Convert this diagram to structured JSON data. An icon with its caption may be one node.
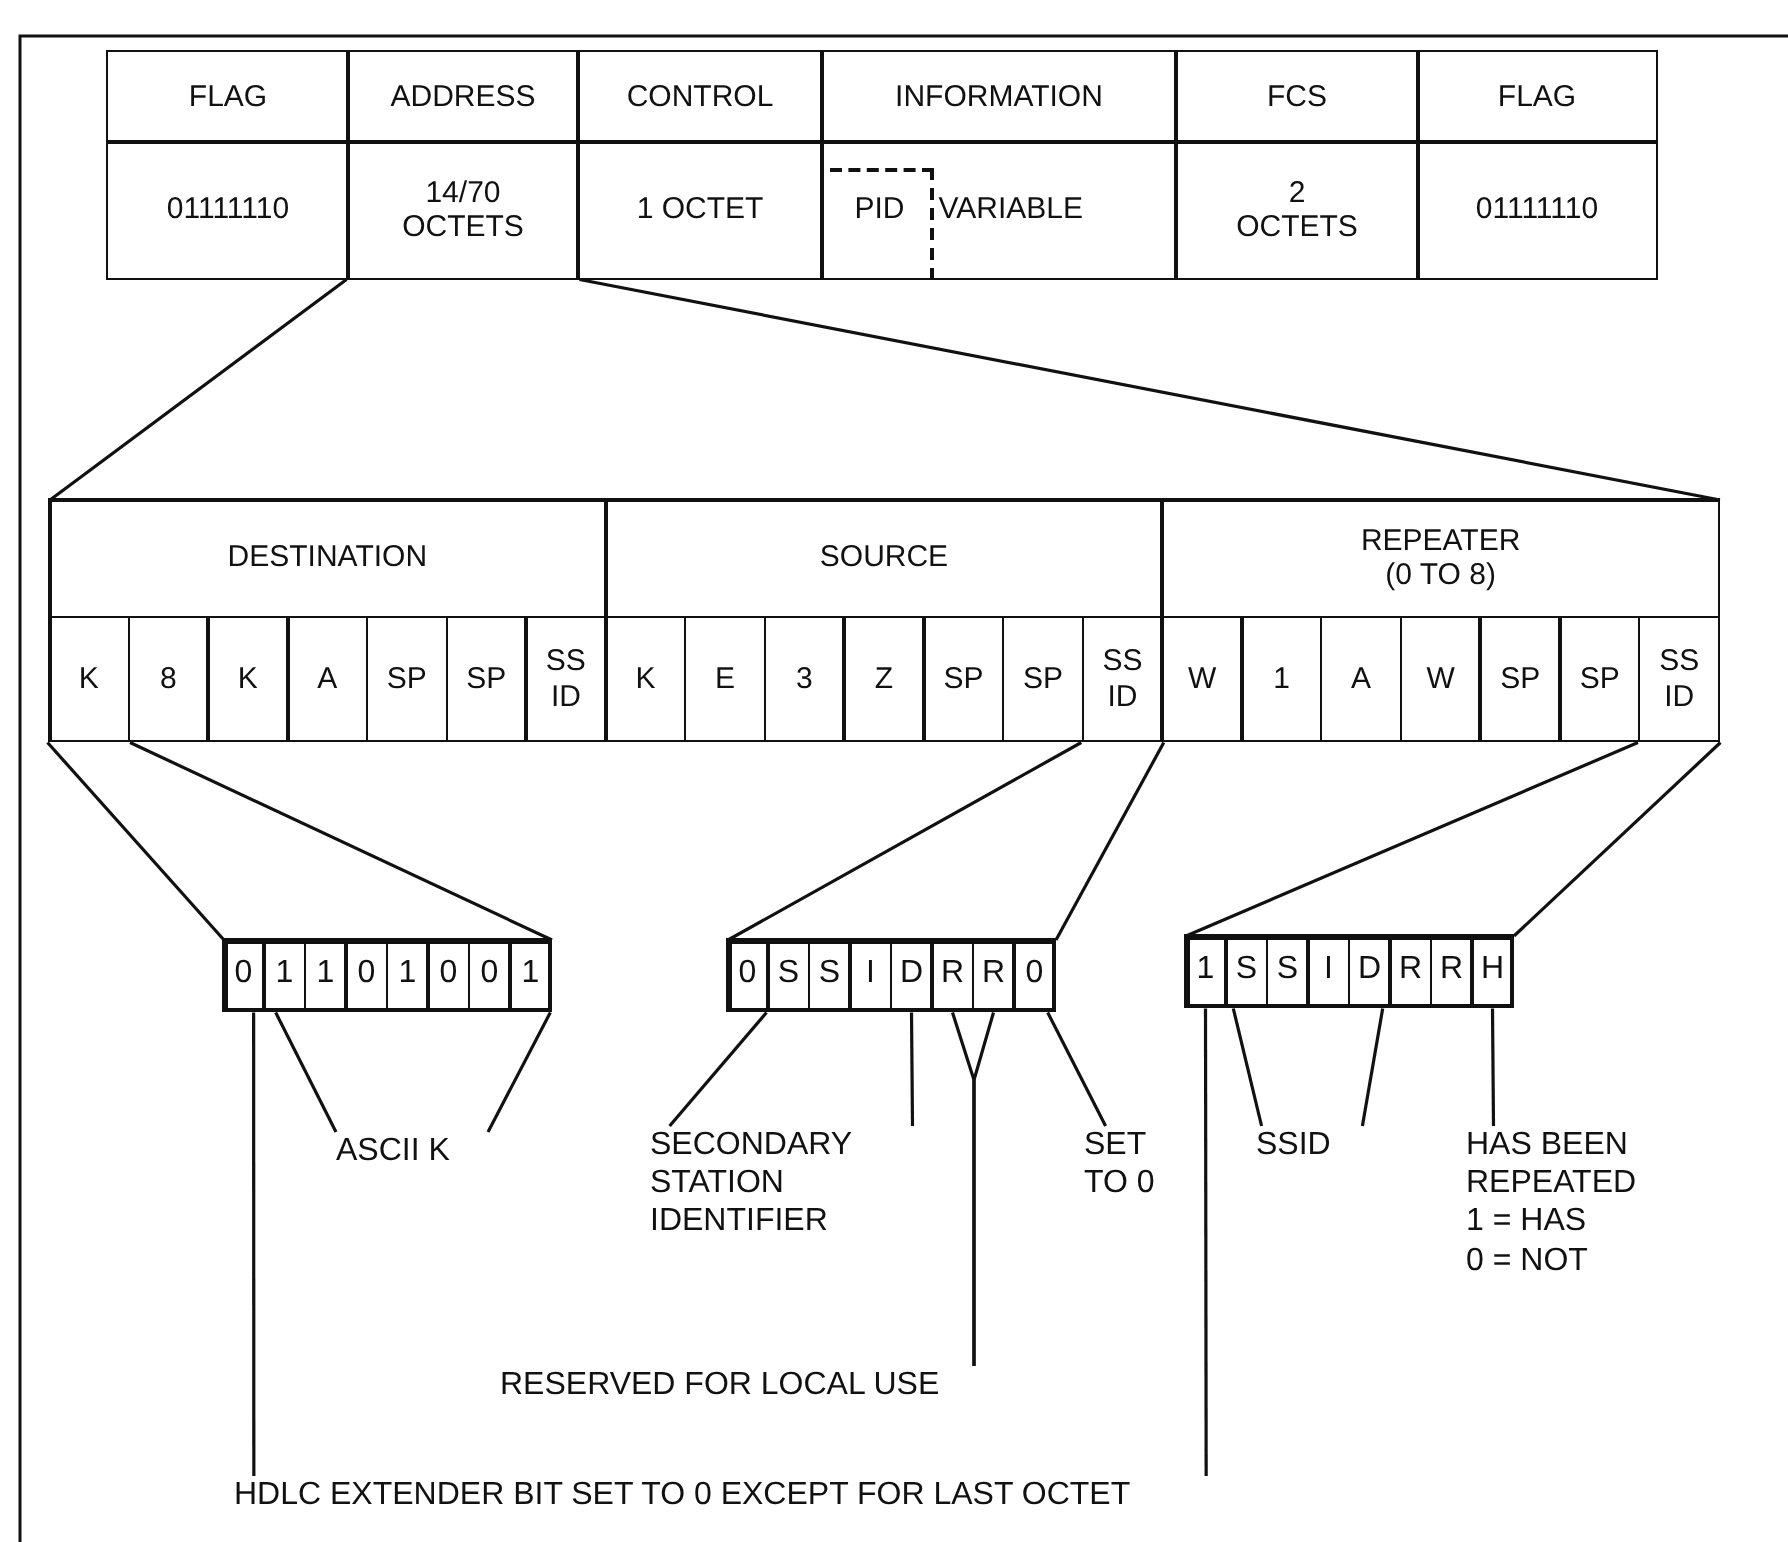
{
  "diagram": {
    "nodes": [
      {
        "text": [
          "FLAG"
        ]
      },
      {
        "text": [
          "ADDRESS"
        ]
      },
      {
        "text": [
          "CONTROL"
        ]
      },
      {
        "text": [
          "INFORMATION"
        ]
      },
      {
        "text": [
          "FCS"
        ]
      },
      {
        "text": [
          "FLAG"
        ]
      },
      {
        "text": [
          "01111110"
        ]
      },
      {
        "text": [
          "14/70 OCTETS"
        ]
      },
      {
        "text": [
          "1 OCTET"
        ]
      },
      {
        "text": [
          "VARIABLE"
        ]
      },
      {
        "text": [
          "PID"
        ],
        "in": 9
      },
      {
        "text": [
          "2 OCTETS"
        ]
      },
      {
        "text": [
          "01111110"
        ]
      },
      {
        "text": [],
        "shape": "box"
      },
      {
        "text": [
          "DESTINATION"
        ],
        "in": 13
      },
      {
        "text": [
          "SOURCE"
        ],
        "in": 13
      },
      {
        "text": [
          "REPEATER (0 TO 8)"
        ],
        "in": 13
      },
      {
        "text": [
          "K"
        ],
        "in": 13
      },
      {
        "text": [
          "8"
        ],
        "in": 13
      },
      {
        "text": [
          "K"
        ],
        "in": 13
      },
      {
        "text": [
          "A"
        ],
        "in": 13
      },
      {
        "text": [
          "SP"
        ],
        "in": 13
      },
      {
        "text": [
          "SP"
        ],
        "in": 13
      },
      {
        "text": [
          "SS ID"
        ],
        "in": 13
      },
      {
        "text": [
          "K"
        ],
        "in": 13
      },
      {
        "text": [
          "E"
        ],
        "in": 13
      },
      {
        "text": [
          "3"
        ],
        "in": 13
      },
      {
        "text": [
          "Z"
        ],
        "in": 13
      },
      {
        "text": [
          "SP"
        ],
        "in": 13
      },
      {
        "text": [
          "SP"
        ],
        "in": 13
      },
      {
        "text": [
          "SS ID"
        ],
        "in": 13
      },
      {
        "text": [
          "W"
        ],
        "in": 13
      },
      {
        "text": [
          "1"
        ],
        "in": 13
      },
      {
        "text": [
          "A"
        ],
        "in": 13
      },
      {
        "text": [
          "W"
        ],
        "in": 13
      },
      {
        "text": [
          "SP"
        ],
        "in": 13
      },
      {
        "text": [
          "SP"
        ],
        "in": 13
      },
      {
        "text": [
          "SS ID"
        ],
        "in": 13
      },
      {
        "text": [],
        "shape": "box"
      },
      {
        "text": [
          "0"
        ],
        "in": 38
      },
      {
        "text": [
          "1"
        ],
        "in": 38
      },
      {
        "text": [
          "1"
        ],
        "in": 38
      },
      {
        "text": [
          "0"
        ],
        "in": 38
      },
      {
        "text": [
          "1"
        ],
        "in": 38
      },
      {
        "text": [
          "0"
        ],
        "in": 38
      },
      {
        "text": [
          "0"
        ],
        "in": 38
      },
      {
        "text": [
          "1"
        ],
        "in": 38
      },
      {
        "text": [],
        "shape": "box"
      },
      {
        "text": [
          "0"
        ],
        "in": 47
      },
      {
        "text": [
          "S"
        ],
        "in": 47
      },
      {
        "text": [
          "S"
        ],
        "in": 47
      },
      {
        "text": [
          "I"
        ],
        "in": 47
      },
      {
        "text": [
          "D"
        ],
        "in": 47
      },
      {
        "text": [
          "R"
        ],
        "in": 47
      },
      {
        "text": [
          "R"
        ],
        "in": 47
      },
      {
        "text": [
          "0"
        ],
        "in": 47
      },
      {
        "text": [],
        "shape": "box"
      },
      {
        "text": [
          "1"
        ],
        "in": 56
      },
      {
        "text": [
          "S"
        ],
        "in": 56
      },
      {
        "text": [
          "S"
        ],
        "in": 56
      },
      {
        "text": [
          "I"
        ],
        "in": 56
      },
      {
        "text": [
          "D"
        ],
        "in": 56
      },
      {
        "text": [
          "R"
        ],
        "in": 56
      },
      {
        "text": [
          "R"
        ],
        "in": 56
      },
      {
        "text": [
          "H"
        ],
        "in": 56
      },
      {
        "text": [
          "ASCII K"
        ]
      },
      {
        "text": [
          "SECONDARY STATION IDENTIFIER"
        ]
      },
      {
        "text": [
          "SET TO 0"
        ]
      },
      {
        "text": [
          "SSID"
        ]
      },
      {
        "text": [
          "HAS BEEN REPEATED",
          "1 = HAS",
          "0 = NOT"
        ]
      },
      {
        "text": [
          "RESERVED FOR LOCAL USE"
        ]
      },
      {
        "text": [
          "HDLC EXTENDER BIT SET TO 0 EXCEPT FOR LAST OCTET"
        ]
      }
    ],
    "edges": [
      {
        "from": 7,
        "to": 13,
        "arrow": "none"
      },
      {
        "from": 7,
        "to": 13,
        "arrow": "none"
      },
      {
        "from": 17,
        "to": 38,
        "arrow": "none"
      },
      {
        "from": 17,
        "to": 38,
        "arrow": "none"
      },
      {
        "from": 30,
        "to": 47,
        "arrow": "none"
      },
      {
        "from": 30,
        "to": 47,
        "arrow": "none"
      },
      {
        "from": 37,
        "to": 56,
        "arrow": "none"
      },
      {
        "from": 37,
        "to": 56,
        "arrow": "none"
      },
      {
        "from": 65,
        "to": 40,
        "arrow": "none"
      },
      {
        "from": 65,
        "to": 46,
        "arrow": "none"
      },
      {
        "from": 66,
        "to": 49,
        "arrow": "none"
      },
      {
        "from": 66,
        "to": 52,
        "arrow": "none"
      },
      {
        "from": 70,
        "to": 53,
        "arrow": "none"
      },
      {
        "from": 70,
        "to": 54,
        "arrow": "none"
      },
      {
        "from": 67,
        "to": 55,
        "arrow": "none"
      },
      {
        "from": 68,
        "to": 58,
        "arrow": "none"
      },
      {
        "from": 68,
        "to": 61,
        "arrow": "none"
      },
      {
        "from": 69,
        "to": 64,
        "arrow": "none"
      },
      {
        "from": 71,
        "to": 39,
        "arrow": "none"
      },
      {
        "from": 71,
        "to": 57,
        "arrow": "none"
      }
    ]
  }
}
